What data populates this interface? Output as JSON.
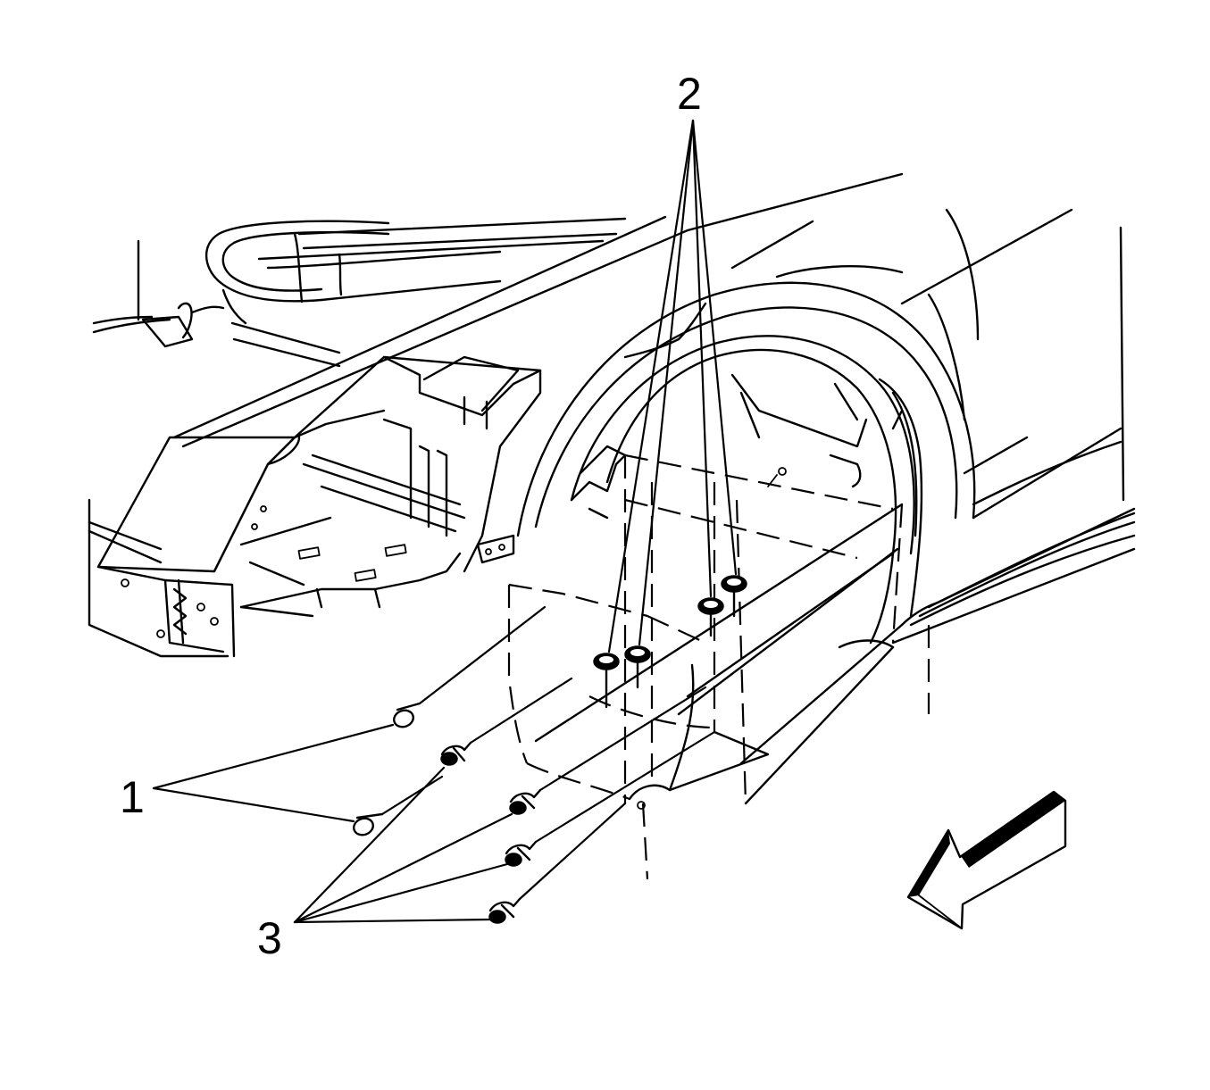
{
  "callouts": [
    {
      "id": "1",
      "label": "1"
    },
    {
      "id": "2",
      "label": "2"
    },
    {
      "id": "3",
      "label": "3"
    }
  ],
  "colors": {
    "line": "#000000",
    "background": "#ffffff"
  },
  "icons": {
    "direction": "front-direction-arrow-icon"
  }
}
